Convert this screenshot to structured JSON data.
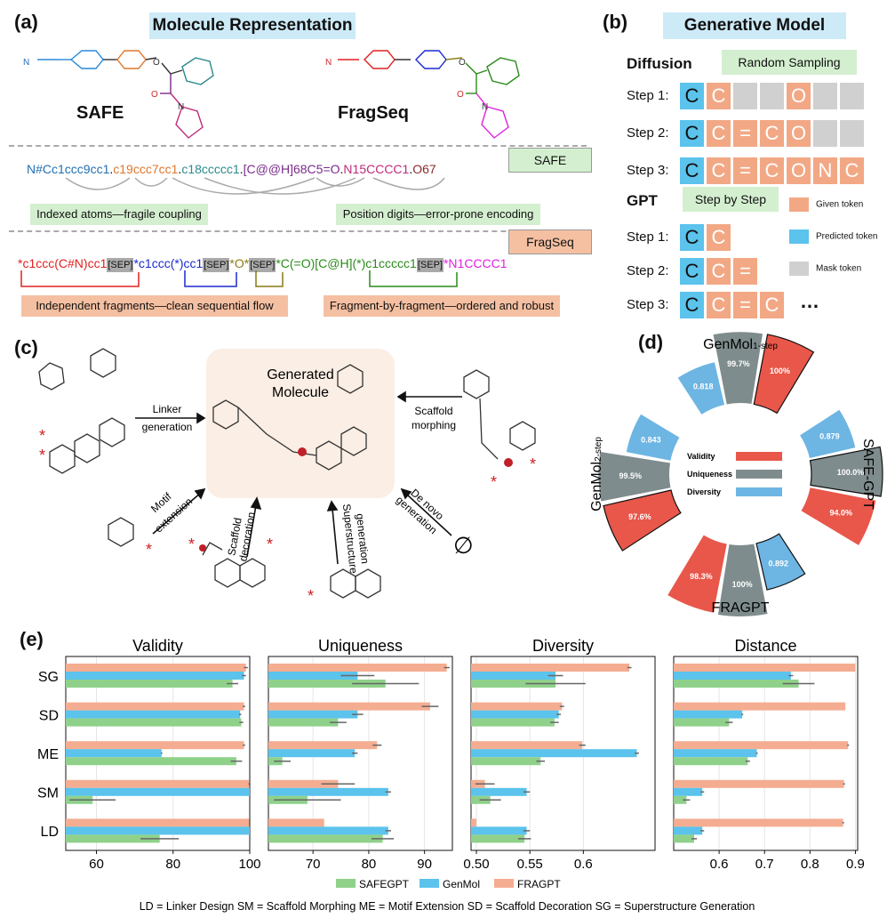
{
  "panels": {
    "a": "(a)",
    "b": "(b)",
    "c": "(c)",
    "d": "(d)",
    "e": "(e)"
  },
  "panel_a": {
    "title": "Molecule Representation",
    "mol_left_label": "SAFE",
    "mol_right_label": "FragSeq",
    "nitrile_left": "N",
    "nitrile_right": "N",
    "o_left": "O",
    "o_right": "O",
    "carbonyl_o_left": "O",
    "carbonyl_o_right": "O",
    "amine_n_left": "N",
    "amine_n_right": "N",
    "safe_tag": "SAFE",
    "safe_string_parts": [
      {
        "text": "N#Cc1ccc9cc1",
        "color": "#1f6fb2"
      },
      {
        "text": ".",
        "color": "#111"
      },
      {
        "text": "c19ccc7cc1",
        "color": "#e0772e"
      },
      {
        "text": ".",
        "color": "#111"
      },
      {
        "text": "c18ccccc1",
        "color": "#2a8a8a"
      },
      {
        "text": ".",
        "color": "#111"
      },
      {
        "text": "[C@@H]68C5=O",
        "color": "#7a2a8a"
      },
      {
        "text": ".",
        "color": "#111"
      },
      {
        "text": "N15CCCC1",
        "color": "#c02a7a"
      },
      {
        "text": ".",
        "color": "#111"
      },
      {
        "text": "O67",
        "color": "#8a2a2a"
      }
    ],
    "note_left": "Indexed atoms—fragile coupling",
    "note_right": "Position digits—error-prone encoding",
    "fragseq_tag": "FragSeq",
    "fragseq_parts": [
      {
        "text": "*c1ccc(C#N)cc1",
        "color": "#e02020"
      },
      {
        "text": "[SEP]",
        "color": "#111",
        "sep": true
      },
      {
        "text": "*c1ccc(*)cc1",
        "color": "#1a2ad0"
      },
      {
        "text": "[SEP]",
        "color": "#111",
        "sep": true
      },
      {
        "text": "*O*",
        "color": "#8a7a10"
      },
      {
        "text": "[SEP]",
        "color": "#111",
        "sep": true
      },
      {
        "text": "*C(=O)[C@H](*)c1ccccc1",
        "color": "#2a8a1a"
      },
      {
        "text": "[SEP]",
        "color": "#111",
        "sep": true
      },
      {
        "text": "*N1CCCC1",
        "color": "#e020e0"
      }
    ],
    "note_frag_left": "Independent fragments—clean sequential flow",
    "note_frag_right": "Fragment-by-fragment—ordered and robust"
  },
  "panel_b": {
    "title": "Generative Model",
    "diffusion_label": "Diffusion",
    "diffusion_mode": "Random Sampling",
    "diffusion_steps": [
      {
        "label": "Step 1:",
        "tokens": [
          {
            "t": "C",
            "k": "p"
          },
          {
            "t": "C",
            "k": "g"
          },
          {
            "t": "",
            "k": "m"
          },
          {
            "t": "",
            "k": "m"
          },
          {
            "t": "O",
            "k": "g"
          },
          {
            "t": "",
            "k": "m"
          },
          {
            "t": "",
            "k": "m"
          }
        ]
      },
      {
        "label": "Step 2:",
        "tokens": [
          {
            "t": "C",
            "k": "p"
          },
          {
            "t": "C",
            "k": "g"
          },
          {
            "t": "=",
            "k": "g"
          },
          {
            "t": "C",
            "k": "g"
          },
          {
            "t": "O",
            "k": "g"
          },
          {
            "t": "",
            "k": "m"
          },
          {
            "t": "",
            "k": "m"
          }
        ]
      },
      {
        "label": "Step 3:",
        "tokens": [
          {
            "t": "C",
            "k": "p"
          },
          {
            "t": "C",
            "k": "g"
          },
          {
            "t": "=",
            "k": "g"
          },
          {
            "t": "C",
            "k": "g"
          },
          {
            "t": "O",
            "k": "g"
          },
          {
            "t": "N",
            "k": "g"
          },
          {
            "t": "C",
            "k": "g"
          }
        ]
      }
    ],
    "gpt_label": "GPT",
    "gpt_mode": "Step by Step",
    "gpt_steps": [
      {
        "label": "Step 1:",
        "tokens": [
          {
            "t": "C",
            "k": "p"
          },
          {
            "t": "C",
            "k": "g"
          }
        ]
      },
      {
        "label": "Step 2:",
        "tokens": [
          {
            "t": "C",
            "k": "p"
          },
          {
            "t": "C",
            "k": "g"
          },
          {
            "t": "=",
            "k": "g"
          }
        ]
      },
      {
        "label": "Step 3:",
        "tokens": [
          {
            "t": "C",
            "k": "p"
          },
          {
            "t": "C",
            "k": "g"
          },
          {
            "t": "=",
            "k": "g"
          },
          {
            "t": "C",
            "k": "g"
          }
        ]
      }
    ],
    "ellipsis": "…",
    "legend": [
      {
        "label": "Given token",
        "color": "#f2a885"
      },
      {
        "label": "Predicted token",
        "color": "#5bc3ec"
      },
      {
        "label": "Mask token",
        "color": "#d0d0d0"
      }
    ]
  },
  "panel_c": {
    "center_title_1": "Generated",
    "center_title_2": "Molecule",
    "arrows": {
      "linker": [
        "Linker",
        "generation"
      ],
      "scaffold_morph": [
        "Scaffold",
        "morphing"
      ],
      "motif": [
        "Motif",
        "extension"
      ],
      "scaffold_dec": [
        "Scaffold",
        "decoration"
      ],
      "superstructure": [
        "Superstructure",
        "generation"
      ],
      "denovo": [
        "De novo",
        "generation"
      ]
    },
    "empty_set": "∅",
    "star": "*"
  },
  "panel_d": {
    "top_label": "GenMol",
    "top_sub": "1-step",
    "left_label": "GenMol",
    "left_sub": "2-step",
    "right_label": "SAFE-GPT",
    "bottom_label": "FRAGPT",
    "legend": [
      {
        "label": "Validity",
        "color": "#e8574a"
      },
      {
        "label": "Uniqueness",
        "color": "#7f8c8d"
      },
      {
        "label": "Diversity",
        "color": "#6db5e3"
      }
    ],
    "groups": [
      {
        "name": "GenMol 1-step",
        "validity": "100%",
        "uniqueness": "99.7%",
        "diversity": "0.818"
      },
      {
        "name": "SAFE-GPT",
        "validity": "94.0%",
        "uniqueness": "100.0%",
        "diversity": "0.879"
      },
      {
        "name": "FRAGPT",
        "validity": "98.3%",
        "uniqueness": "100%",
        "diversity": "0.892"
      },
      {
        "name": "GenMol 2-step",
        "validity": "97.6%",
        "uniqueness": "99.5%",
        "diversity": "0.843"
      }
    ]
  },
  "chart_data": [
    {
      "type": "bar",
      "title": "Validity",
      "orientation": "horizontal",
      "categories": [
        "SG",
        "SD",
        "ME",
        "SM",
        "LD"
      ],
      "xlim": [
        52,
        100
      ],
      "xticks": [
        60,
        80,
        100
      ],
      "series": [
        {
          "name": "SAFEGPT",
          "color": "#8fd18a",
          "values": [
            95.5,
            97.8,
            96.5,
            59,
            76.5
          ],
          "err": [
            1.5,
            0.5,
            1.5,
            6,
            5
          ]
        },
        {
          "name": "GenMol",
          "color": "#5bc3ec",
          "values": [
            98.5,
            97.5,
            77,
            100,
            100
          ],
          "err": [
            0.5,
            0.3,
            0.2,
            0,
            0
          ]
        },
        {
          "name": "FRAGPT",
          "color": "#f4ad91",
          "values": [
            99,
            98.5,
            98.5,
            99.8,
            99.9
          ],
          "err": [
            0.5,
            0.3,
            0.3,
            0.1,
            0.1
          ]
        }
      ]
    },
    {
      "type": "bar",
      "title": "Uniqueness",
      "orientation": "horizontal",
      "categories": [
        "SG",
        "SD",
        "ME",
        "SM",
        "LD"
      ],
      "xlim": [
        62,
        95
      ],
      "xticks": [
        70,
        80,
        90
      ],
      "series": [
        {
          "name": "SAFEGPT",
          "color": "#8fd18a",
          "values": [
            83,
            74.5,
            64.5,
            69,
            82.5
          ],
          "err": [
            6,
            1.5,
            1.5,
            6,
            2
          ]
        },
        {
          "name": "GenMol",
          "color": "#5bc3ec",
          "values": [
            78,
            78,
            77.5,
            83.5,
            83.5
          ],
          "err": [
            3,
            1,
            0.5,
            0.5,
            0.5
          ]
        },
        {
          "name": "FRAGPT",
          "color": "#f4ad91",
          "values": [
            94,
            91,
            81.5,
            74.5,
            72
          ],
          "err": [
            0.5,
            1.5,
            0.8,
            3,
            0
          ]
        }
      ]
    },
    {
      "type": "bar",
      "title": "Diversity",
      "orientation": "horizontal",
      "categories": [
        "SG",
        "SD",
        "ME",
        "SM",
        "LD"
      ],
      "xlim": [
        0.495,
        0.667
      ],
      "xticks": [
        0.5,
        0.55,
        0.6
      ],
      "series": [
        {
          "name": "SAFEGPT",
          "color": "#8fd18a",
          "values": [
            0.574,
            0.573,
            0.56,
            0.513,
            0.545
          ],
          "err": [
            0.028,
            0.004,
            0.004,
            0.01,
            0.006
          ]
        },
        {
          "name": "GenMol",
          "color": "#5bc3ec",
          "values": [
            0.574,
            0.577,
            0.65,
            0.547,
            0.547
          ],
          "err": [
            0.007,
            0.002,
            0.002,
            0.003,
            0.003
          ]
        },
        {
          "name": "FRAGPT",
          "color": "#f4ad91",
          "values": [
            0.643,
            0.58,
            0.599,
            0.508,
            0.5
          ],
          "err": [
            0.002,
            0.002,
            0.003,
            0.009,
            0
          ]
        }
      ]
    },
    {
      "type": "bar",
      "title": "Distance",
      "orientation": "horizontal",
      "categories": [
        "SG",
        "SD",
        "ME",
        "SM",
        "LD"
      ],
      "xlim": [
        0.5,
        0.905
      ],
      "xticks": [
        0.6,
        0.7,
        0.8,
        0.9
      ],
      "series": [
        {
          "name": "SAFEGPT",
          "color": "#8fd18a",
          "values": [
            0.775,
            0.622,
            0.663,
            0.528,
            0.545
          ],
          "err": [
            0.035,
            0.008,
            0.005,
            0.008,
            0.006
          ]
        },
        {
          "name": "GenMol",
          "color": "#5bc3ec",
          "values": [
            0.758,
            0.651,
            0.683,
            0.563,
            0.563
          ],
          "err": [
            0.005,
            0.002,
            0.002,
            0.004,
            0.004
          ]
        },
        {
          "name": "FRAGPT",
          "color": "#f4ad91",
          "values": [
            0.9,
            0.878,
            0.884,
            0.875,
            0.873
          ],
          "err": [
            0,
            0,
            0.002,
            0.002,
            0.002
          ]
        }
      ]
    }
  ],
  "panel_e": {
    "legend": [
      {
        "label": "SAFEGPT",
        "color": "#8fd18a"
      },
      {
        "label": "GenMol",
        "color": "#5bc3ec"
      },
      {
        "label": "FRAGPT",
        "color": "#f4ad91"
      }
    ],
    "footnote": "LD = Linker Design    SM = Scaffold Morphing    ME = Motif Extension    SD = Scaffold Decoration    SG = Superstructure Generation"
  }
}
